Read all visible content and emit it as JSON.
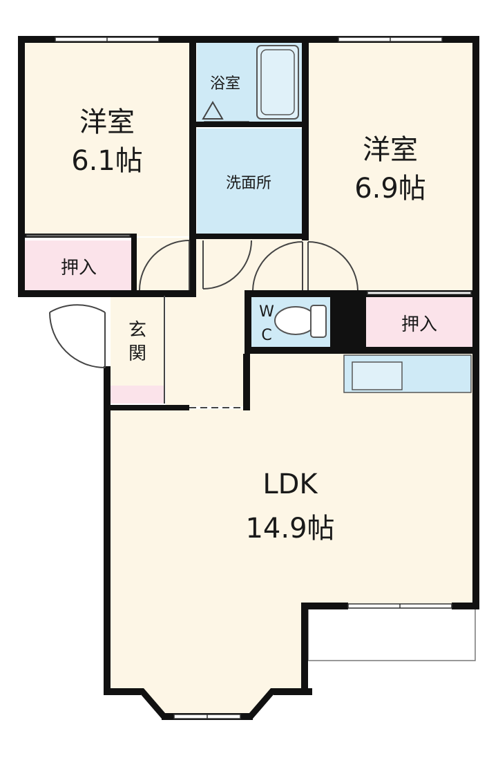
{
  "colors": {
    "wall": "#111111",
    "room": "#fdf6e6",
    "wet": "#cfeaf6",
    "closet": "#fbe3ea",
    "balcony": "#ffffff",
    "line": "#555555"
  },
  "rooms": {
    "west_bedroom": {
      "name": "洋室",
      "size": "6.1帖"
    },
    "east_bedroom": {
      "name": "洋室",
      "size": "6.9帖"
    },
    "bath": {
      "name": "浴室"
    },
    "washroom": {
      "name": "洗面所"
    },
    "ldk": {
      "name": "LDK",
      "size": "14.9帖"
    },
    "closet_west": {
      "name": "押入"
    },
    "closet_east": {
      "name": "押入"
    },
    "wc": {
      "line1": "W",
      "line2": "C"
    },
    "entrance": {
      "line1": "玄",
      "line2": "関"
    }
  }
}
